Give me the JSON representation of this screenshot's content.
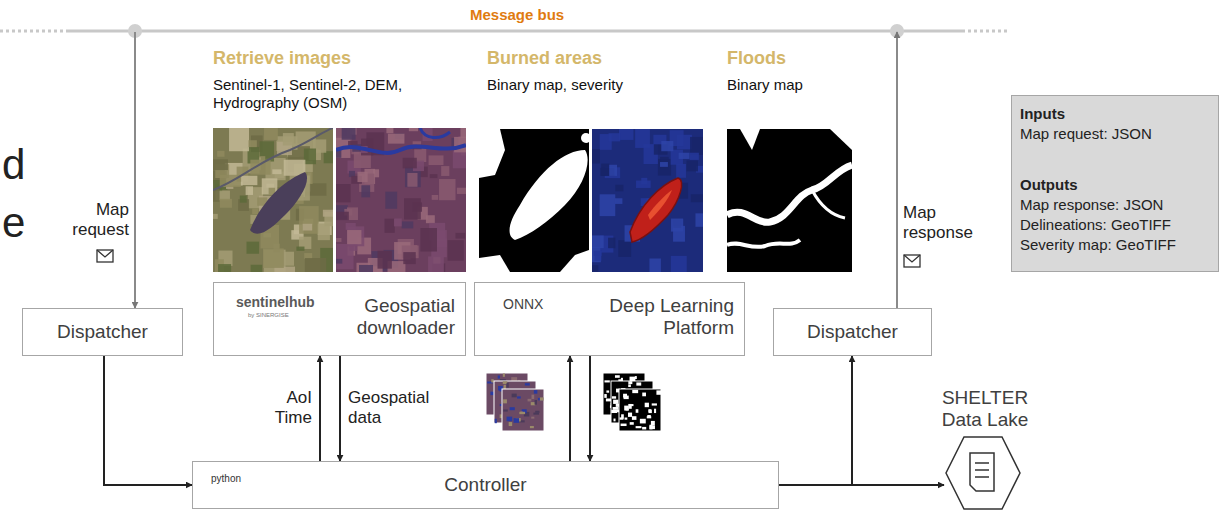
{
  "diagram": {
    "nodes": [
      {
        "text": [
          "Message bus"
        ]
      },
      {
        "text": [
          "Dispatcher"
        ]
      },
      {
        "text": [
          "sentinelhub",
          "by SINERGISE",
          "Geospatial downloader"
        ]
      },
      {
        "text": [
          "ONNX",
          "Deep Learning Platform"
        ]
      },
      {
        "text": [
          "Dispatcher"
        ]
      },
      {
        "text": [
          "python",
          "Controller"
        ]
      },
      {
        "text": [
          "SHELTER Data Lake"
        ]
      },
      {
        "text": [
          "Inputs",
          "Map request: JSON",
          "Outputs",
          "Map response: JSON",
          "Delineations: GeoTIFF",
          "Severity map: GeoTIFF"
        ]
      }
    ],
    "edges": [
      {
        "from": 0,
        "to": 1,
        "label": "Map request",
        "arrow": "to"
      },
      {
        "from": 1,
        "to": 5,
        "arrow": "to"
      },
      {
        "from": 5,
        "to": 2,
        "label": "AoI Time",
        "arrow": "to"
      },
      {
        "from": 2,
        "to": 5,
        "label": "Geospatial data",
        "arrow": "to"
      },
      {
        "from": 5,
        "to": 3,
        "arrow": "to"
      },
      {
        "from": 3,
        "to": 5,
        "arrow": "to"
      },
      {
        "from": 5,
        "to": 4,
        "arrow": "to"
      },
      {
        "from": 5,
        "to": 6,
        "arrow": "to"
      },
      {
        "from": 4,
        "to": 0,
        "label": "Map response",
        "arrow": "to"
      }
    ],
    "labels": [
      "d",
      "e",
      "Retrieve images",
      "Sentinel-1, Sentinel-2, DEM, Hydrography (OSM)",
      "Burned areas",
      "Binary map, severity",
      "Floods",
      "Binary map"
    ]
  }
}
